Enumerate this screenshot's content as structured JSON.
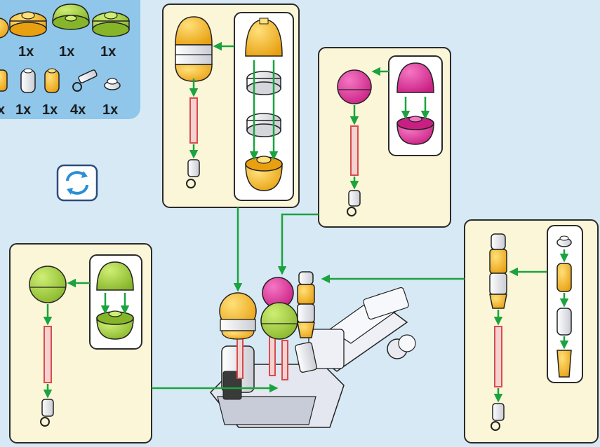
{
  "parts_panel": {
    "row1": [
      "1x",
      "1x",
      "1x"
    ],
    "row2": [
      "x",
      "1x",
      "1x",
      "4x",
      "1x"
    ]
  },
  "icons": {
    "rotate": "rotate-icon"
  },
  "colors": {
    "page_background": "#d8e9f6",
    "parts_panel": "#8fc6ea",
    "step_panel": "#fbf6d8",
    "sub_panel": "#ffffff",
    "arrow": "#1ba33f",
    "yellow": "#f5b520",
    "magenta": "#e6339c",
    "lime": "#a6d13b",
    "axle": "#e07272"
  }
}
